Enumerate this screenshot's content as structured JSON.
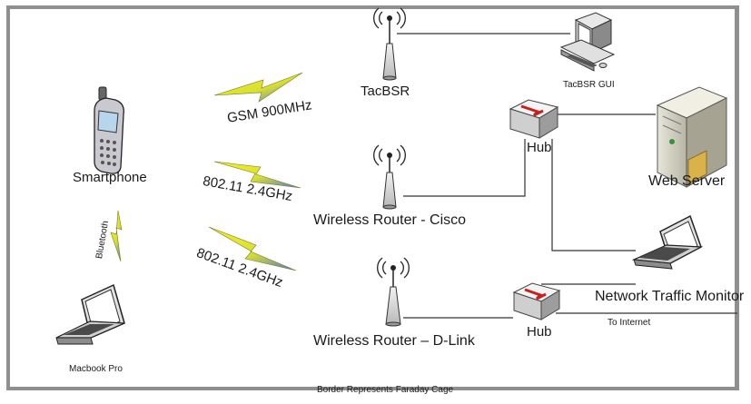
{
  "nodes": {
    "smartphone": "Smartphone",
    "macbook": "Macbook Pro",
    "tacbsr": "TacBSR",
    "tacbsr_gui": "TacBSR GUI",
    "router_cisco": "Wireless Router - Cisco",
    "router_dlink": "Wireless Router – D-Link",
    "hub_top": "Hub",
    "hub_bottom": "Hub",
    "web_server": "Web Server",
    "traffic_monitor": "Network Traffic Monitor"
  },
  "links": {
    "gsm": "GSM 900MHz",
    "wifi_cisco": "802.11 2.4GHz",
    "wifi_dlink": "802.11 2.4GHz",
    "bluetooth": "Bluetooth",
    "internet": "To  Internet"
  },
  "caption": "Border Represents Faraday Cage",
  "colors": {
    "cage_border": "#8f8f8f",
    "lightning_yellow": "#f2e600",
    "lightning_blue": "#4a6fd6",
    "hub_red": "#c8201a"
  }
}
